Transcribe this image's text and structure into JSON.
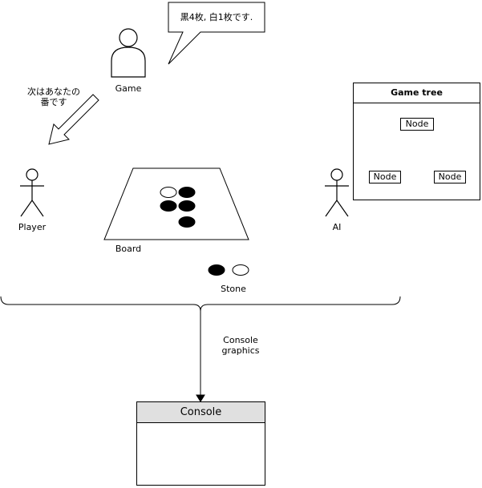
{
  "game": {
    "label": "Game",
    "speech": "黒4枚, 白1枚です."
  },
  "arrow_note": {
    "line1": "次はあなたの",
    "line2": "番です"
  },
  "player": {
    "label": "Player"
  },
  "ai": {
    "label": "AI"
  },
  "board": {
    "label": "Board"
  },
  "stone": {
    "label": "Stone"
  },
  "game_tree": {
    "title": "Game tree",
    "root": "Node",
    "children": [
      "Node",
      "Node"
    ]
  },
  "connector": {
    "line1": "Console",
    "line2": "graphics"
  },
  "console": {
    "title": "Console"
  },
  "colors": {
    "console_header": "#e0e0e0",
    "stroke": "#000000"
  }
}
